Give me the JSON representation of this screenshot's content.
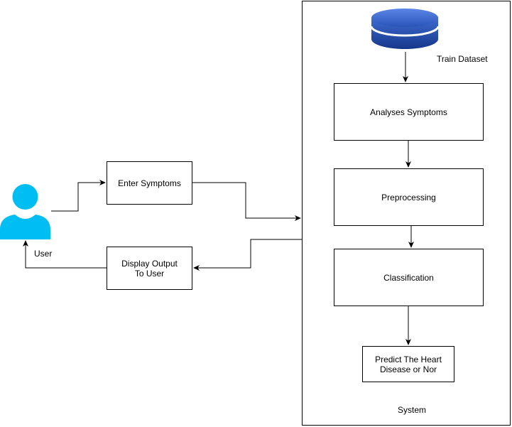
{
  "diagram": {
    "nodes": {
      "user": {
        "label": "User",
        "icon": "user-icon",
        "color": "#00BEF2"
      },
      "enter_symptoms": {
        "label": "Enter Symptoms"
      },
      "display_output": {
        "label": "Display Output\nTo User"
      },
      "system": {
        "label": "System"
      },
      "train_dataset": {
        "label": "Train Dataset",
        "icon": "database-icon",
        "color": "#1E4AA8"
      },
      "analyses_symptoms": {
        "label": "Analyses Symptoms"
      },
      "preprocessing": {
        "label": "Preprocessing"
      },
      "classification": {
        "label": "Classification"
      },
      "predict": {
        "label": "Predict The Heart\nDisease or Nor"
      }
    },
    "edges": [
      {
        "from": "user",
        "to": "enter_symptoms"
      },
      {
        "from": "enter_symptoms",
        "to": "system"
      },
      {
        "from": "system",
        "to": "display_output"
      },
      {
        "from": "display_output",
        "to": "user"
      },
      {
        "from": "train_dataset",
        "to": "analyses_symptoms"
      },
      {
        "from": "analyses_symptoms",
        "to": "preprocessing"
      },
      {
        "from": "preprocessing",
        "to": "classification"
      },
      {
        "from": "classification",
        "to": "predict"
      }
    ]
  }
}
